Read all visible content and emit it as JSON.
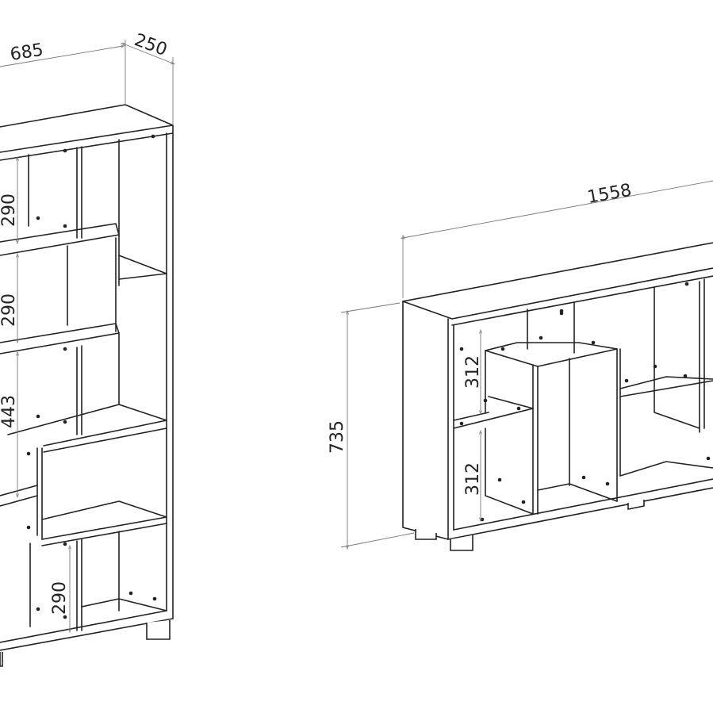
{
  "tall_unit": {
    "width_label": "685",
    "depth_label": "250",
    "spacing_labels": [
      "290",
      "290",
      "443",
      "290"
    ]
  },
  "low_unit": {
    "width_label": "1558",
    "height_label": "735",
    "spacing_labels": [
      "312",
      "312"
    ]
  }
}
